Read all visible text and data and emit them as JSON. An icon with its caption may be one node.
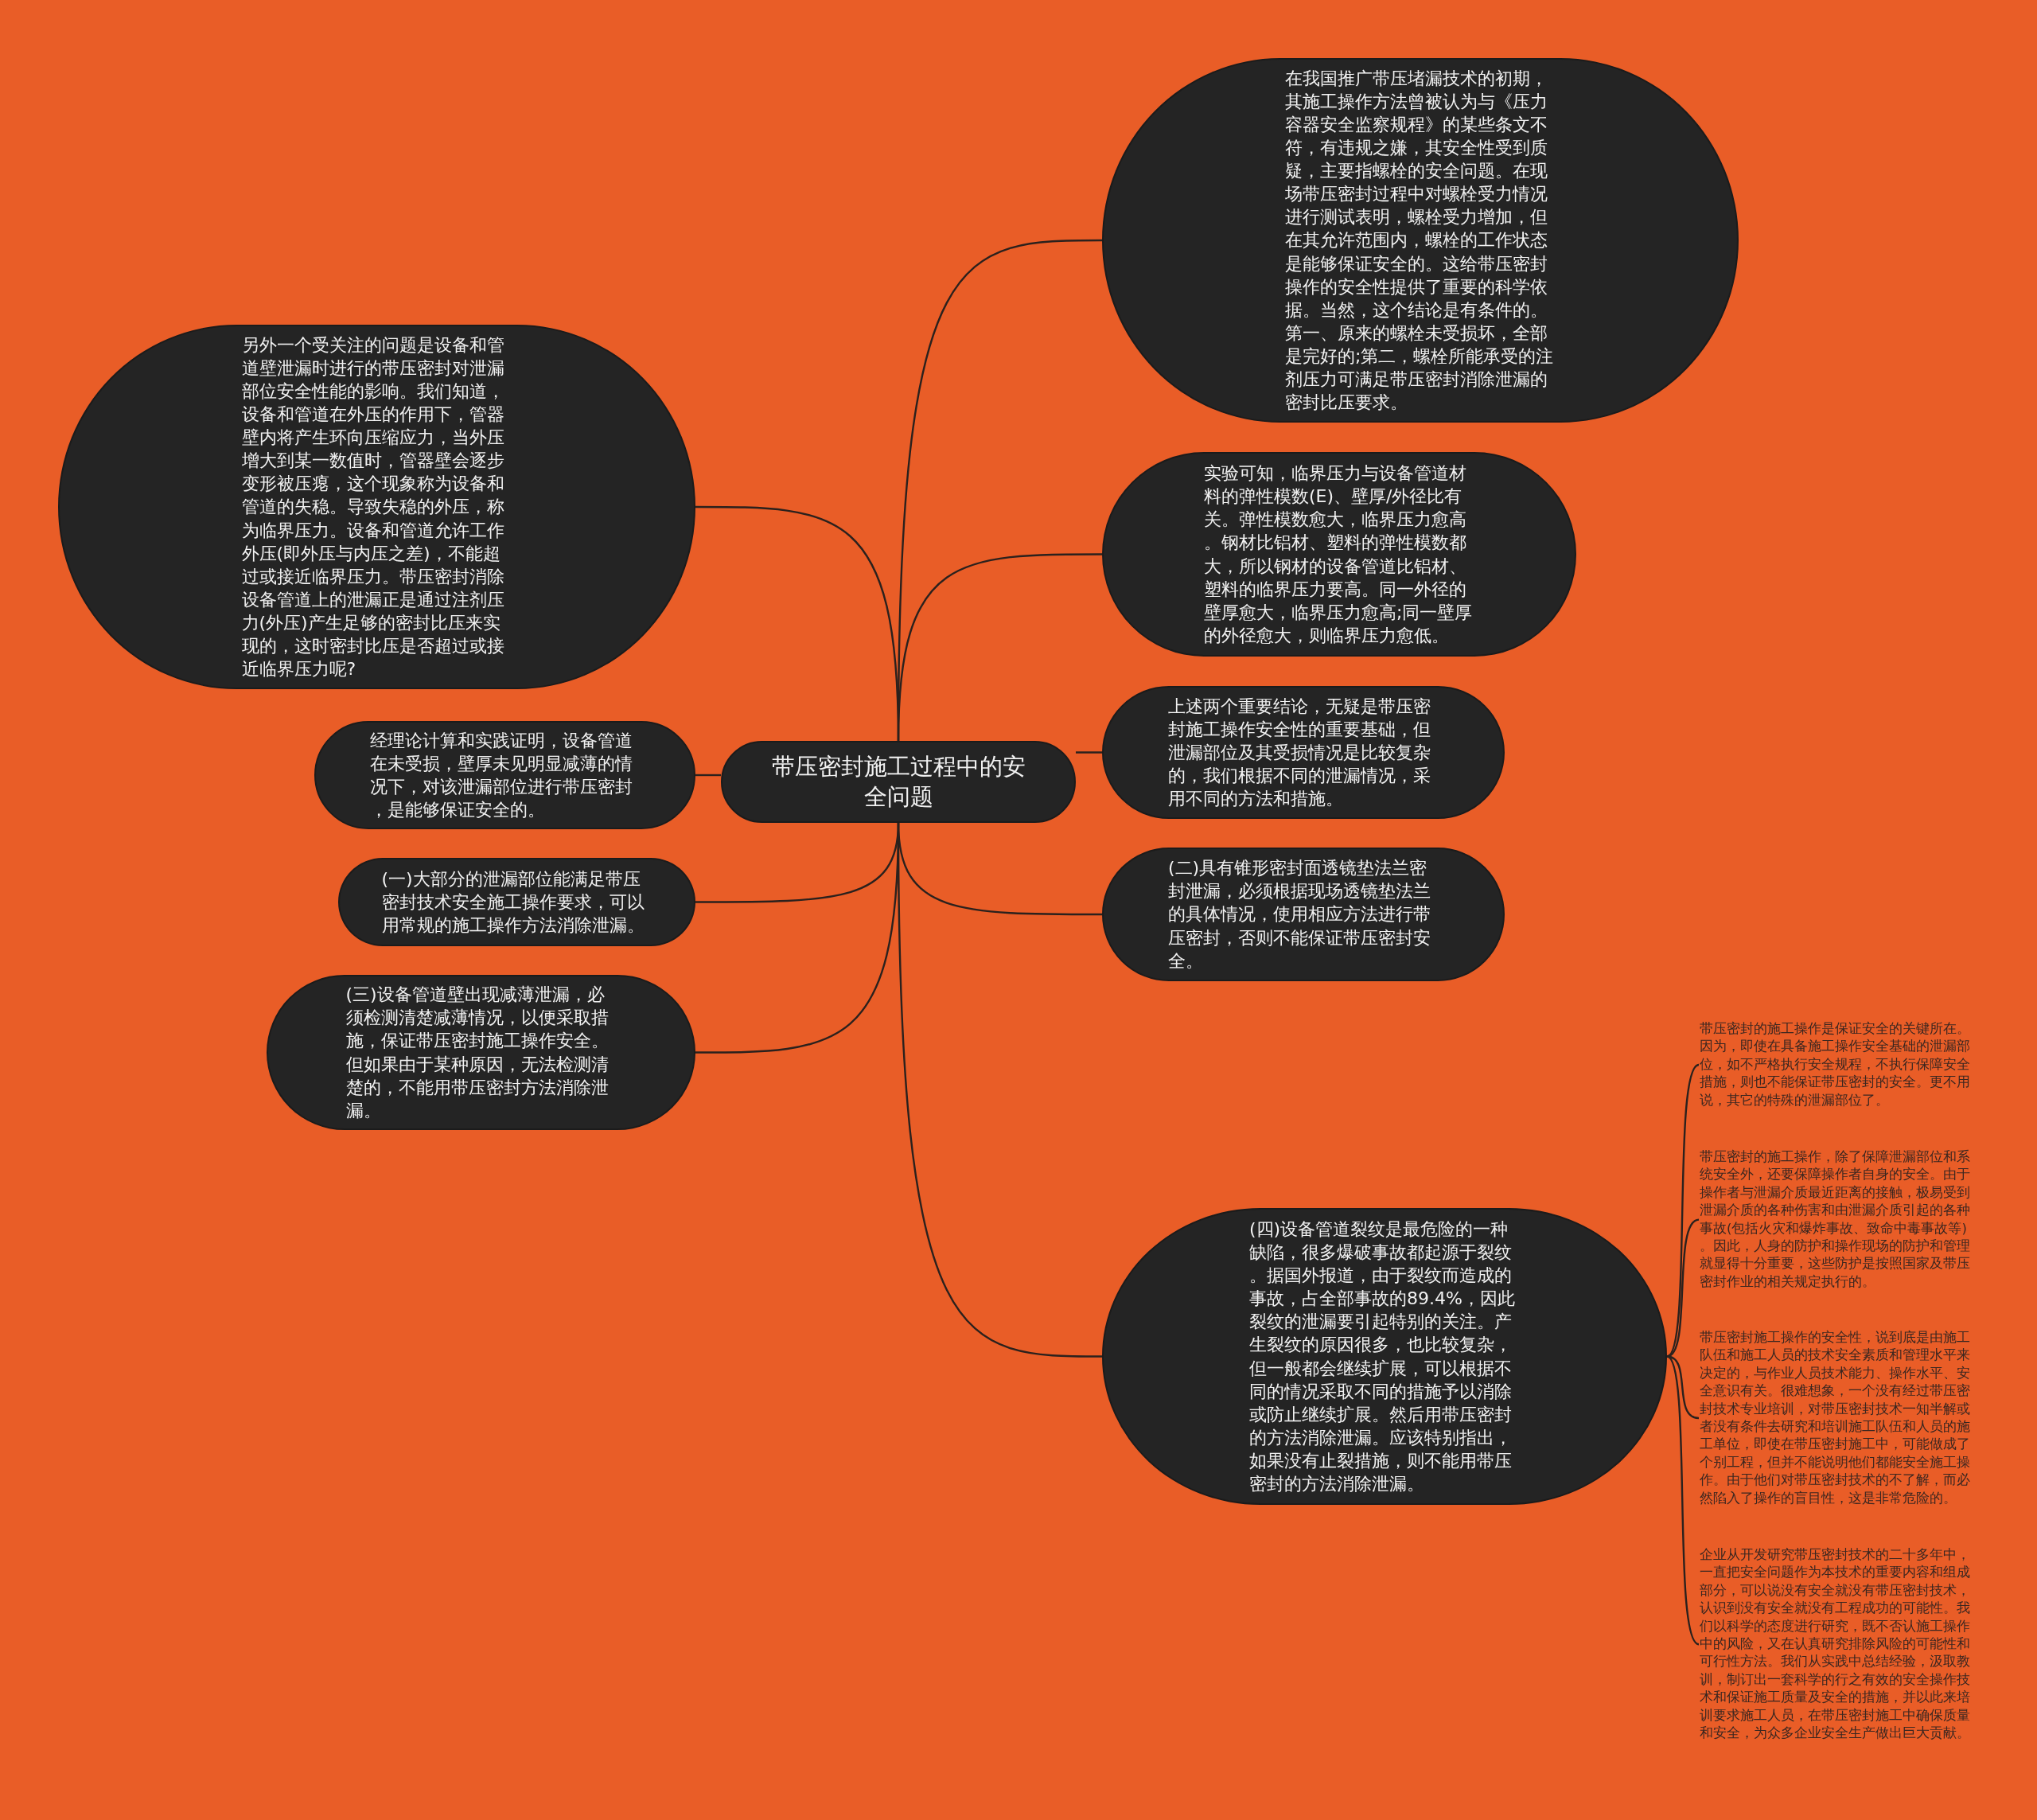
{
  "diagram": {
    "nodes": [
      {
        "text": [
          "带压密封施工过程中的安全问题"
        ]
      },
      {
        "text": [
          "在我国推广带压堵漏技术的初期，其施工操作方法曾被认为与《压力容器安全监察规程》的某些条文不符，有违规之嫌，其安全性受到质疑，主要指螺栓的安全问题。在现场带压密封过程中对螺栓受力情况进行测试表明，螺栓受力增加，但在其允许范围内，螺栓的工作状态是能够保证安全的。这给带压密封操作的安全性提供了重要的科学依据。当然，这个结论是有条件的。第一、原来的螺栓未受损坏，全部是完好的;第二，螺栓所能承受的注剂压力可满足带压密封消除泄漏的密封比压要求。"
        ]
      },
      {
        "text": [
          "实验可知，临界压力与设备管道材料的弹性模数(E)、壁厚/外径比有关。弹性模数愈大，临界压力愈高。钢材比铝材、塑料的弹性模数都大，所以钢材的设备管道比铝材、塑料的临界压力要高。同一外径的壁厚愈大，临界压力愈高;同一壁厚的外径愈大，则临界压力愈低。"
        ]
      },
      {
        "text": [
          "上述两个重要结论，无疑是带压密封施工操作安全性的重要基础，但泄漏部位及其受损情况是比较复杂的，我们根据不同的泄漏情况，采用不同的方法和措施。"
        ]
      },
      {
        "text": [
          "(二)具有锥形密封面透镜垫法兰密封泄漏，必须根据现场透镜垫法兰的具体情况，使用相应方法进行带压密封，否则不能保证带压密封安全。"
        ]
      },
      {
        "text": [
          "(四)设备管道裂纹是最危险的一种缺陷，很多爆破事故都起源于裂纹。据国外报道，由于裂纹而造成的事故，占全部事故的89.4%，因此裂纹的泄漏要引起特别的关注。产生裂纹的原因很多，也比较复杂，但一般都会继续扩展，可以根据不同的情况采取不同的措施予以消除或防止继续扩展。然后用带压密封的方法消除泄漏。应该特别指出，如果没有止裂措施，则不能用带压密封的方法消除泄漏。"
        ]
      },
      {
        "text": [
          "带压密封的施工操作是保证安全的关键所在。因为，即使在具备施工操作安全基础的泄漏部位，如不严格执行安全规程，不执行保障安全措施，则也不能保证带压密封的安全。更不用说，其它的特殊的泄漏部位了。"
        ]
      },
      {
        "text": [
          "带压密封的施工操作，除了保障泄漏部位和系统安全外，还要保障操作者自身的安全。由于操作者与泄漏介质最近距离的接触，极易受到泄漏介质的各种伤害和由泄漏介质引起的各种事故(包括火灾和爆炸事故、致命中毒事故等)。因此，人身的防护和操作现场的防护和管理就显得十分重要，这些防护是按照国家及带压密封作业的相关规定执行的。"
        ]
      },
      {
        "text": [
          "带压密封施工操作的安全性，说到底是由施工队伍和施工人员的技术安全素质和管理水平来决定的，与作业人员技术能力、操作水平、安全意识有关。很难想象，一个没有经过带压密封技术专业培训，对带压密封技术一知半解或者没有条件去研究和培训施工队伍和人员的施工单位，即使在带压密封施工中，可能做成了个别工程，但并不能说明他们都能安全施工操作。由于他们对带压密封技术的不了解，而必然陷入了操作的盲目性，这是非常危险的。"
        ]
      },
      {
        "text": [
          "企业从开发研究带压密封技术的二十多年中，一直把安全问题作为本技术的重要内容和组成部分，可以说没有安全就没有带压密封技术，认识到没有安全就没有工程成功的可能性。我们以科学的态度进行研究，既不否认施工操作中的风险，又在认真研究排除风险的可能性和可行性方法。我们从实践中总结经验，汲取教训，制订出一套科学的行之有效的安全操作技术和保证施工质量及安全的措施，并以此来培训要求施工人员，在带压密封施工中确保质量和安全，为众多企业安全生产做出巨大贡献。"
        ]
      },
      {
        "text": [
          "另外一个受关注的问题是设备和管道壁泄漏时进行的带压密封对泄漏部位安全性能的影响。我们知道，设备和管道在外压的作用下，管器壁内将产生环向压缩应力，当外压增大到某一数值时，管器壁会逐步变形被压瘪，这个现象称为设备和管道的失稳。导致失稳的外压，称为临界压力。设备和管道允许工作外压(即外压与内压之差)，不能超过或接近临界压力。带压密封消除设备管道上的泄漏正是通过注剂压力(外压)产生足够的密封比压来实现的，这时密封比压是否超过或接近临界压力呢?"
        ]
      },
      {
        "text": [
          "经理论计算和实践证明，设备管道在未受损，壁厚未见明显减薄的情况下，对该泄漏部位进行带压密封，是能够保证安全的。"
        ]
      },
      {
        "text": [
          "(一)大部分的泄漏部位能满足带压密封技术安全施工操作要求，可以用常规的施工操作方法消除泄漏。"
        ]
      },
      {
        "text": [
          "(三)设备管道壁出现减薄泄漏，必须检测清楚减薄情况，以便采取措施，保证带压密封施工操作安全。但如果由于某种原因，无法检测清楚的，不能用带压密封方法消除泄漏。"
        ]
      }
    ],
    "edges": [
      {
        "from": 0,
        "to": 1,
        "arrow": "none"
      },
      {
        "from": 0,
        "to": 2,
        "arrow": "none"
      },
      {
        "from": 0,
        "to": 3,
        "arrow": "none"
      },
      {
        "from": 0,
        "to": 4,
        "arrow": "none"
      },
      {
        "from": 0,
        "to": 5,
        "arrow": "none"
      },
      {
        "from": 5,
        "to": 6,
        "arrow": "none"
      },
      {
        "from": 5,
        "to": 7,
        "arrow": "none"
      },
      {
        "from": 5,
        "to": 8,
        "arrow": "none"
      },
      {
        "from": 5,
        "to": 9,
        "arrow": "none"
      },
      {
        "from": 0,
        "to": 10,
        "arrow": "none"
      },
      {
        "from": 0,
        "to": 11,
        "arrow": "none"
      },
      {
        "from": 0,
        "to": 12,
        "arrow": "none"
      },
      {
        "from": 0,
        "to": 13,
        "arrow": "none"
      }
    ]
  }
}
